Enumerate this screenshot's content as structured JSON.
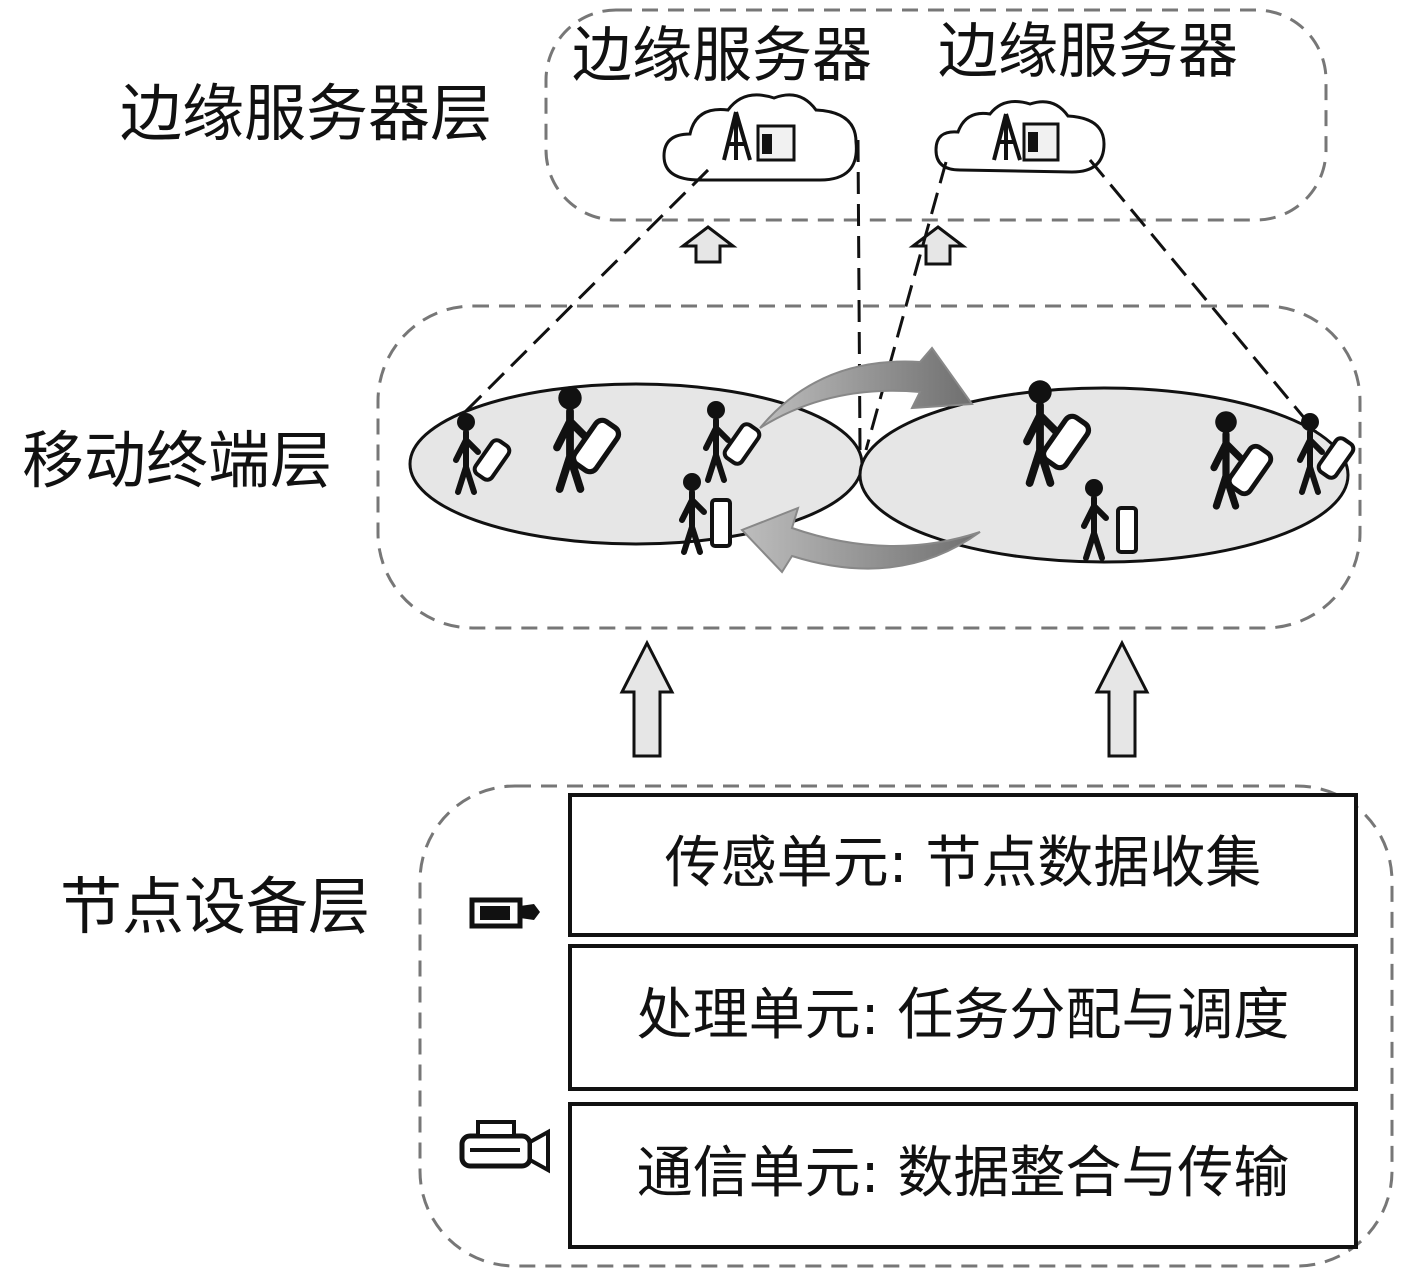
{
  "layers": {
    "edge_server": {
      "label": "边缘服务器层",
      "servers": [
        {
          "label": "边缘服务器"
        },
        {
          "label": "边缘服务器"
        }
      ]
    },
    "mobile_terminal": {
      "label": "移动终端层"
    },
    "node_device": {
      "label": "节点设备层",
      "units": [
        {
          "text": "传感单元: 节点数据收集"
        },
        {
          "text": "处理单元: 任务分配与调度"
        },
        {
          "text": "通信单元: 数据整合与传输"
        }
      ]
    }
  },
  "icons": {
    "server_cloud": "cloud-tower-server-icon",
    "person": "walking-person-with-phone-icon",
    "sensor": "sensor-device-icon",
    "camera": "video-camera-icon"
  },
  "colors": {
    "cell_fill": "#e6e6e6",
    "dashed_border": "#777777",
    "swap_arrow": "#8a8a8a"
  }
}
